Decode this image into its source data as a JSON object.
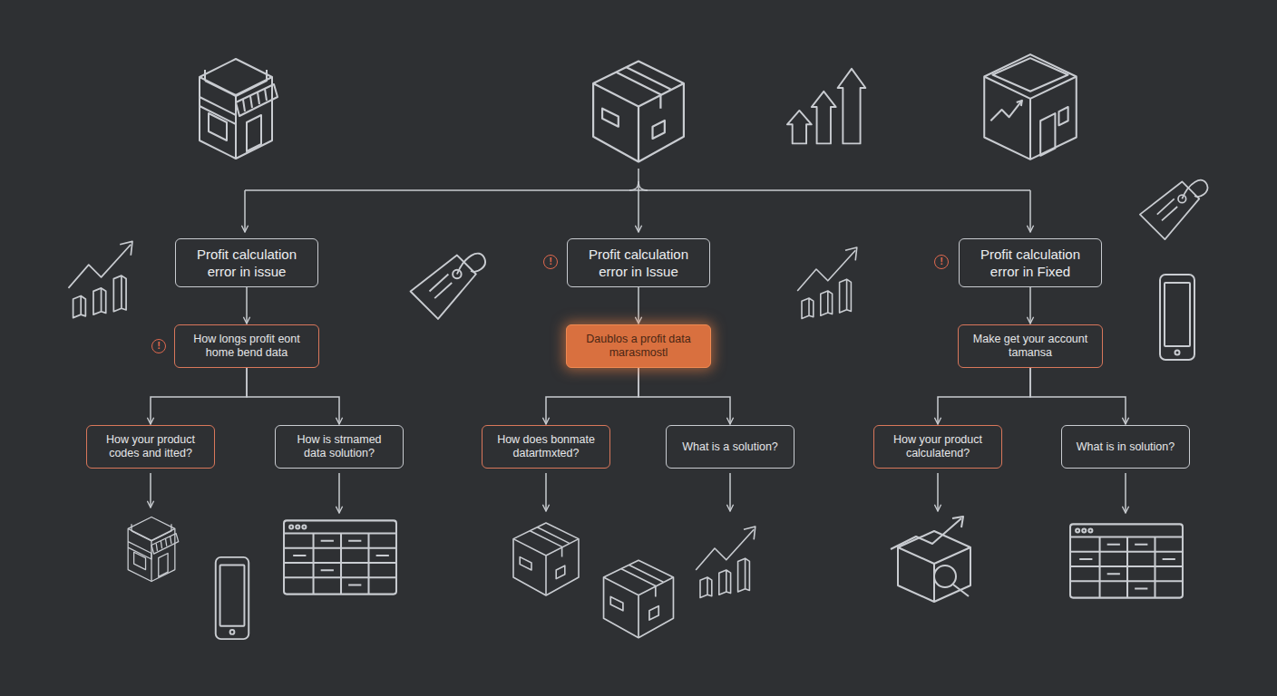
{
  "diagram": {
    "nodes": [
      {
        "text": [
          "Profit calculation error in issue"
        ]
      },
      {
        "text": [
          "Profit calculation error in Issue"
        ]
      },
      {
        "text": [
          "Profit calculation error in Fixed"
        ]
      },
      {
        "text": [
          "How longs profit eont home bend data"
        ]
      },
      {
        "text": [
          "Daublos a profit data marasmostl"
        ]
      },
      {
        "text": [
          "Make get your account tamansa"
        ]
      },
      {
        "text": [
          "How your product codes and itted?"
        ]
      },
      {
        "text": [
          "How is strnamed data solution?"
        ]
      },
      {
        "text": [
          "How does bonmate datartmxted?"
        ]
      },
      {
        "text": [
          "What is a solution?"
        ]
      },
      {
        "text": [
          "How your product calculatend?"
        ]
      },
      {
        "text": [
          "What is in solution?"
        ]
      }
    ],
    "edges": [
      {
        "from": 0,
        "to": 3,
        "arrow": "to"
      },
      {
        "from": 1,
        "to": 4,
        "arrow": "to"
      },
      {
        "from": 2,
        "to": 5,
        "arrow": "to"
      },
      {
        "from": 3,
        "to": 6,
        "arrow": "to"
      },
      {
        "from": 3,
        "to": 7,
        "arrow": "to"
      },
      {
        "from": 4,
        "to": 8,
        "arrow": "to"
      },
      {
        "from": 4,
        "to": 9,
        "arrow": "to"
      },
      {
        "from": 5,
        "to": 10,
        "arrow": "to"
      },
      {
        "from": 5,
        "to": 11,
        "arrow": "to"
      }
    ],
    "labels": [
      "!",
      "!",
      "!"
    ]
  }
}
